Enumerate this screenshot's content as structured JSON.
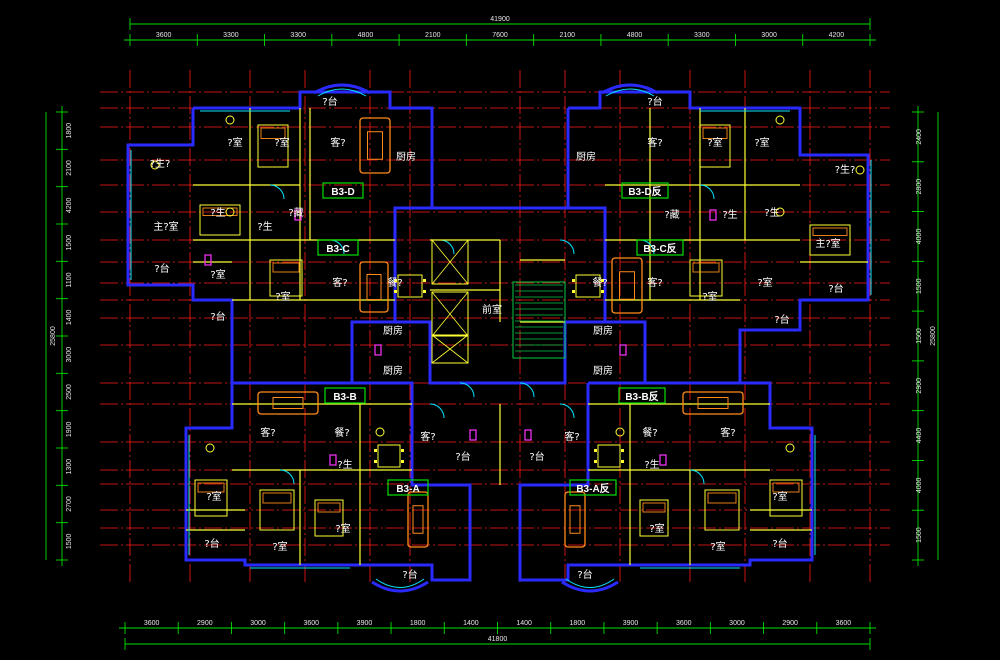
{
  "colors": {
    "background": "#000000",
    "wall": "#2a2aff",
    "grid": "#ff1a1a",
    "dimension": "#00e000",
    "furniture": "#ff8c1a",
    "window": "#00e5ff",
    "fixture": "#ffff33",
    "accent": "#ff33ff",
    "text": "#ffffff"
  },
  "dimensions": {
    "top_total": "41900",
    "top_segments": [
      "3600",
      "3300",
      "3300",
      "4800",
      "2100",
      "7600",
      "2100",
      "4800",
      "3300",
      "3000",
      "4200"
    ],
    "bottom_total": "41800",
    "bottom_segments": [
      "3600",
      "2900",
      "3000",
      "3600",
      "3900",
      "1800",
      "1400",
      "1400",
      "1800",
      "3900",
      "3600",
      "3000",
      "2900",
      "3600"
    ],
    "left_total": "25800",
    "left_segments": [
      "1800",
      "2100",
      "4200",
      "1500",
      "1100",
      "1400",
      "3000",
      "2500",
      "1900",
      "1300",
      "2700",
      "1500"
    ],
    "right_total": "25800",
    "right_segments": [
      "2400",
      "2800",
      "4000",
      "1500",
      "1500",
      "2900",
      "4400",
      "4000",
      "1500"
    ]
  },
  "unit_tags": [
    "B3-D",
    "B3-D反",
    "B3-C",
    "B3-C反",
    "B3-B",
    "B3-B反",
    "B3-A",
    "B3-A反"
  ],
  "room_labels": {
    "balcony": "?台",
    "bedroom": "?室",
    "master_bedroom": "主?室",
    "living": "客?",
    "dining": "餐?",
    "kitchen": "厨房",
    "bath": "?生?",
    "bath_short": "?生",
    "storage": "?藏",
    "lobby": "前室"
  }
}
